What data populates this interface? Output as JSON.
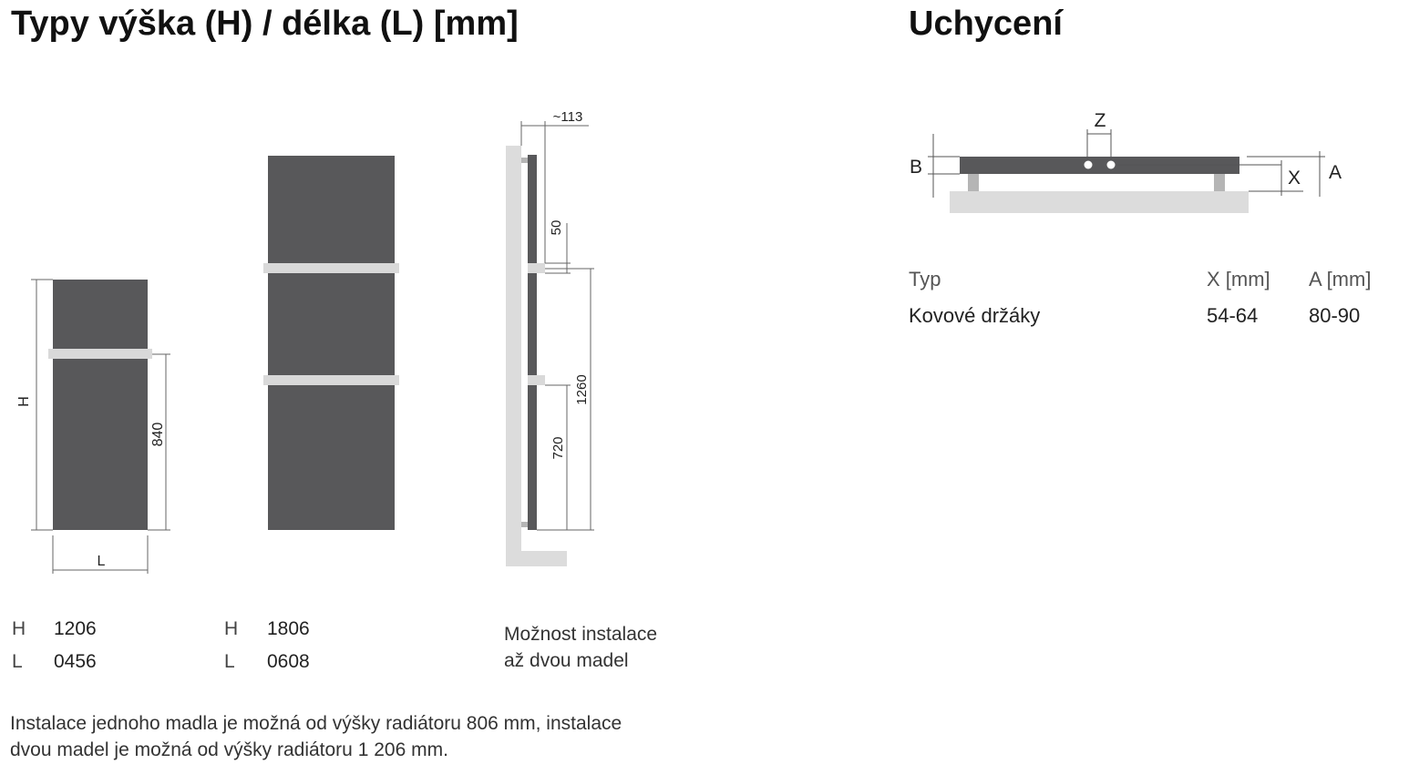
{
  "left_section": {
    "title": "Typy výška (H) / délka (L) [mm]",
    "diagram_small": {
      "height_label": "H",
      "length_label": "L",
      "handle_dim": "840"
    },
    "side_view": {
      "depth_dim": "~113",
      "gap_dim": "50",
      "lower_dim": "720",
      "upper_dim": "1260"
    },
    "specs": [
      {
        "h_label": "H",
        "h_value": "1206",
        "l_label": "L",
        "l_value": "0456"
      },
      {
        "h_label": "H",
        "h_value": "1806",
        "l_label": "L",
        "l_value": "0608"
      }
    ],
    "side_note": [
      "Možnost instalace",
      "až dvou madel"
    ],
    "footnote": [
      "Instalace jednoho madla je možná od výšky radiátoru 806 mm, instalace",
      "dvou madel je možná od výšky radiátoru 1 206 mm."
    ]
  },
  "right_section": {
    "title": "Uchycení",
    "mount_labels": {
      "z": "Z",
      "b": "B",
      "x": "X",
      "a": "A"
    },
    "table": {
      "headers": [
        "Typ",
        "X [mm]",
        "A [mm]"
      ],
      "rows": [
        [
          "Kovové držáky",
          "54-64",
          "80-90"
        ]
      ]
    }
  },
  "colors": {
    "panel": "#58585a",
    "handle": "#d9d9d9",
    "wall": "#dcdcdc",
    "bracket": "#b5b5b5",
    "dim_line": "#666666"
  }
}
